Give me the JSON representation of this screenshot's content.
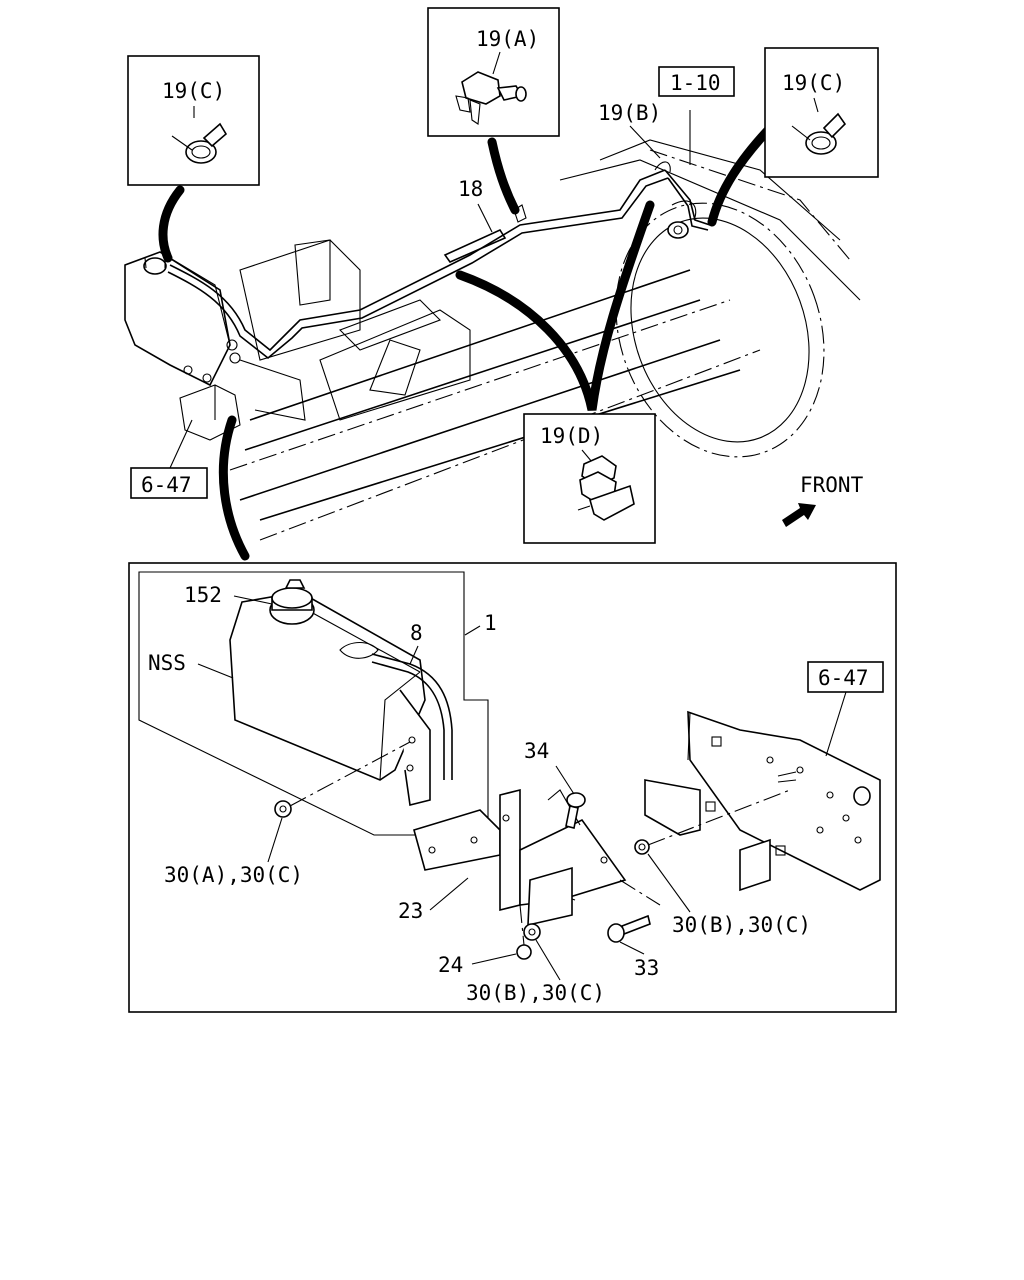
{
  "diagram": {
    "labels": {
      "clamp_a": "19(A)",
      "clamp_c_left": "19(C)",
      "clamp_c_right": "19(C)",
      "clamp_b": "19(B)",
      "clamp_d": "19(D)",
      "ref_1_10": "1-10",
      "ref_6_47_top": "6-47",
      "ref_6_47_detail": "6-47",
      "hose_18": "18",
      "front": "FRONT",
      "cap_152": "152",
      "nss": "NSS",
      "hose_8": "8",
      "tank_1": "1",
      "bolt_34": "34",
      "nut_30a_30c": "30(A),30(C)",
      "bracket_23": "23",
      "nut_30b_30c_right": "30(B),30(C)",
      "washer_24": "24",
      "bolt_33": "33",
      "nut_30b_30c_bottom": "30(B),30(C)"
    }
  }
}
